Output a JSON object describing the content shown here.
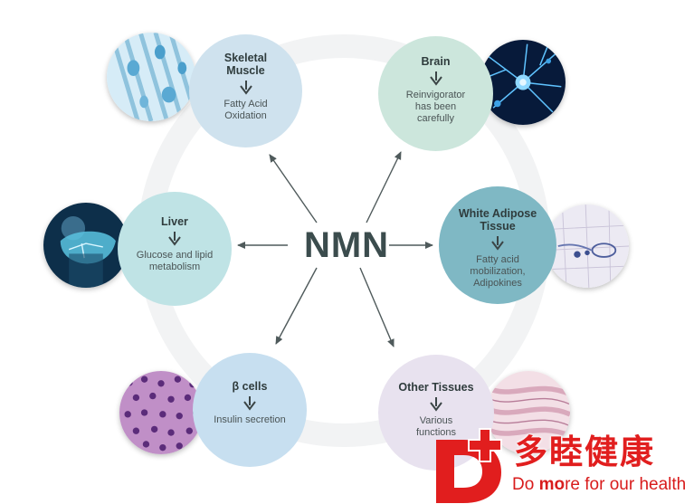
{
  "center_label": "NMN",
  "nodes": [
    {
      "key": "skeletal",
      "title": "Skeletal\nMuscle",
      "desc": "Fatty Acid\nOxidation",
      "fill": "#cfe2ee"
    },
    {
      "key": "brain",
      "title": "Brain",
      "desc": "Reinvigorator\nhas been\ncarefully",
      "fill": "#cce6dc"
    },
    {
      "key": "liver",
      "title": "Liver",
      "desc": "Glucose and lipid\nmetabolism",
      "fill": "#bfe3e5"
    },
    {
      "key": "adipose",
      "title": "White Adipose\nTissue",
      "desc": "Fatty acid\nmobilization,\nAdipokines",
      "fill": "#7fb8c4"
    },
    {
      "key": "beta",
      "title": "β cells",
      "desc": "Insulin secretion",
      "fill": "#c7dff0"
    },
    {
      "key": "other",
      "title": "Other Tissues",
      "desc": "Various\nfunctions",
      "fill": "#e8e2ef"
    }
  ],
  "logo": {
    "cn": "多睦健康",
    "en_prefix": "Do ",
    "en_highlight": "mo",
    "en_suffix": "re for our health",
    "color": "#e11e1e"
  },
  "colors": {
    "arrow": "#4f5a5b",
    "chevron": "#3b4546",
    "ring": "#f2f3f4"
  }
}
